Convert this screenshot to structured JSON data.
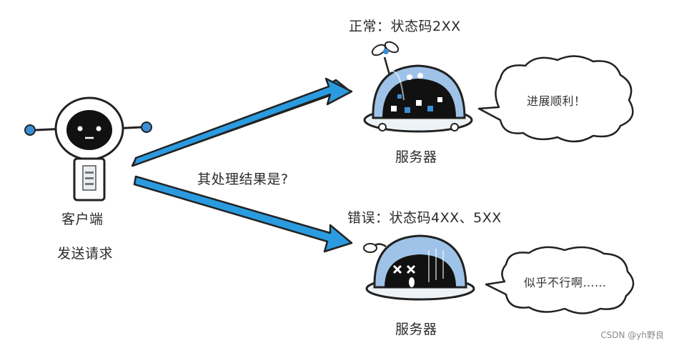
{
  "client": {
    "label": "客户端",
    "action": "发送请求"
  },
  "question": "其处理结果是?",
  "success": {
    "status": "正常：状态码2XX",
    "server_label": "服务器",
    "bubble": "进展顺利！"
  },
  "error": {
    "status": "错误：状态码4XX、5XX",
    "server_label": "服务器",
    "bubble": "似乎不行啊……"
  },
  "watermark": "CSDN @yh野良",
  "colors": {
    "arrow": "#2b9be0",
    "accent": "#3a8fd6",
    "dome": "#9fc3e8",
    "dark": "#111111"
  }
}
